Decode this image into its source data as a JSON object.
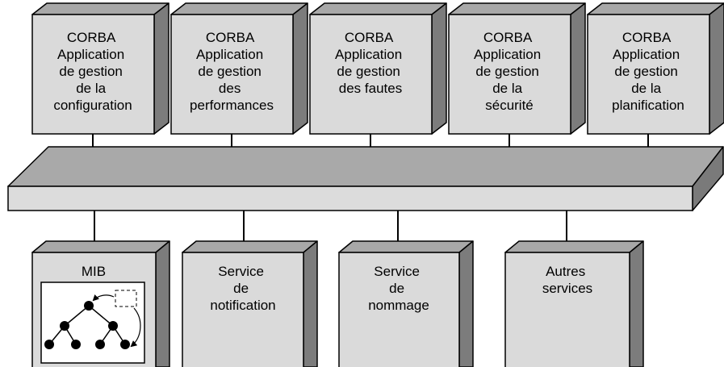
{
  "applications": [
    {
      "lines": [
        "CORBA",
        "Application",
        "de gestion",
        "de la",
        "configuration"
      ]
    },
    {
      "lines": [
        "CORBA",
        "Application",
        "de gestion",
        "des",
        "performances"
      ]
    },
    {
      "lines": [
        "CORBA",
        "Application",
        "de gestion",
        "des fautes"
      ]
    },
    {
      "lines": [
        "CORBA",
        "Application",
        "de gestion",
        "de la",
        "sécurité"
      ]
    },
    {
      "lines": [
        "CORBA",
        "Application",
        "de gestion",
        "de la",
        "planification"
      ]
    }
  ],
  "services": [
    {
      "lines": [
        "MIB"
      ]
    },
    {
      "lines": [
        "Service",
        "de",
        "notification"
      ]
    },
    {
      "lines": [
        "Service",
        "de",
        "nommage"
      ]
    },
    {
      "lines": [
        "Autres",
        "services"
      ]
    }
  ]
}
